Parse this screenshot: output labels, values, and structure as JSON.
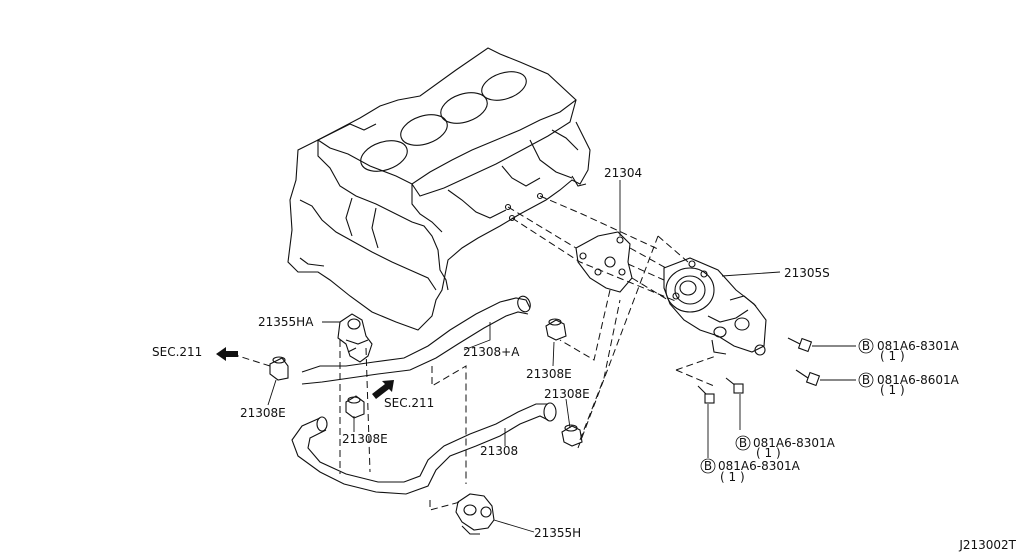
{
  "labels": {
    "p21304": "21304",
    "p21305s": "21305S",
    "p21355ha": "21355HA",
    "p21308a": "21308+A",
    "sec211_left": "SEC.211",
    "p21308e_left": "21308E",
    "sec211_mid": "SEC.211",
    "p21308e_mid": "21308E",
    "p21308e_right_low": "21308E",
    "p21308e_right_up": "21308E",
    "p21308": "21308",
    "p21355h": "21355H",
    "bolt1_num": "081A6-8301A",
    "bolt1_qty": "( 1 )",
    "bolt2_num": "081A6-8601A",
    "bolt2_qty": "( 1 )",
    "bolt3_num": "081A6-8301A",
    "bolt3_qty": "( 1 )",
    "bolt4_num": "081A6-8301A",
    "bolt4_qty": "( 1 )",
    "bolt_symbol": "B",
    "diagram_code": "J213002T"
  }
}
